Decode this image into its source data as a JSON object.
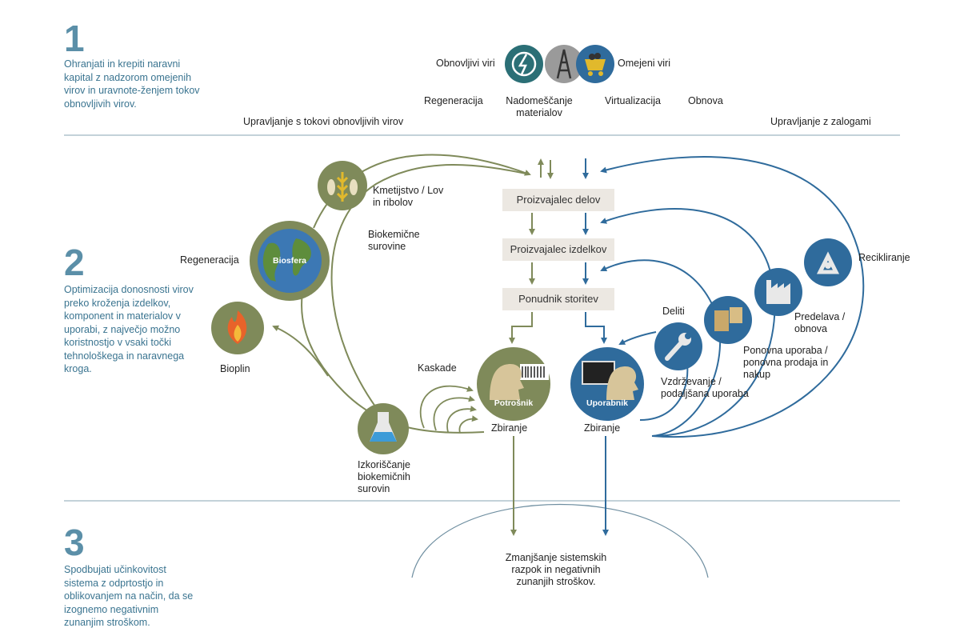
{
  "sections": {
    "s1": {
      "number": "1",
      "text": "Ohranjati in krepiti naravni kapital z nadzorom omejenih virov in uravnote-ženjem tokov obnovljivih virov."
    },
    "s2": {
      "number": "2",
      "text": "Optimizacija donosnosti virov preko kroženja izdelkov, komponent in materialov v uporabi, z največjo možno koristnostjo v vsaki točki tehnološkega in naravnega kroga."
    },
    "s3": {
      "number": "3",
      "text": "Spodbujati učinkovitost sistema z odprtostjo in oblikovanjem na način, da se izognemo negativnim zunanjim stroškom."
    }
  },
  "header": {
    "renewable": "Obnovljivi viri",
    "limited": "Omejeni viri",
    "regeneration": "Regeneracija",
    "substitution": "Nadomeščanje materialov",
    "virtualization": "Virtualizacija",
    "restore": "Obnova",
    "flow_management": "Upravljanje s tokovi obnovljivih virov",
    "stock_management": "Upravljanje z zalogami"
  },
  "biological": {
    "farming": "Kmetijstvo / Lov in ribolov",
    "biochemical": "Biokemične surovine",
    "biosphere": "Biosfera",
    "regeneration": "Regeneracija",
    "biogas": "Bioplin",
    "cascades": "Kaskade",
    "extraction": "Izkoriščanje biokemičnih surovin",
    "consumer": "Potrošnik",
    "collection": "Zbiranje"
  },
  "chain": {
    "parts": "Proizvajalec delov",
    "products": "Proizvajalec izdelkov",
    "service": "Ponudnik storitev"
  },
  "technical": {
    "user": "Uporabnik",
    "collection": "Zbiranje",
    "share": "Deliti",
    "maintain": "Vzdrževanje / podaljšana uporaba",
    "reuse": "Ponovna uporaba / ponovna prodaja in nakup",
    "refurbish": "Predelava / obnova",
    "recycle": "Recikliranje"
  },
  "bottom": {
    "leakage": "Zmanjšanje sistemskih razpok in negativnih zunanjih stroškov."
  },
  "colors": {
    "green": "#7f8a5a",
    "blue": "#2f6b9c",
    "numberBlue": "#5b8fa8",
    "box": "#ece8e2"
  }
}
